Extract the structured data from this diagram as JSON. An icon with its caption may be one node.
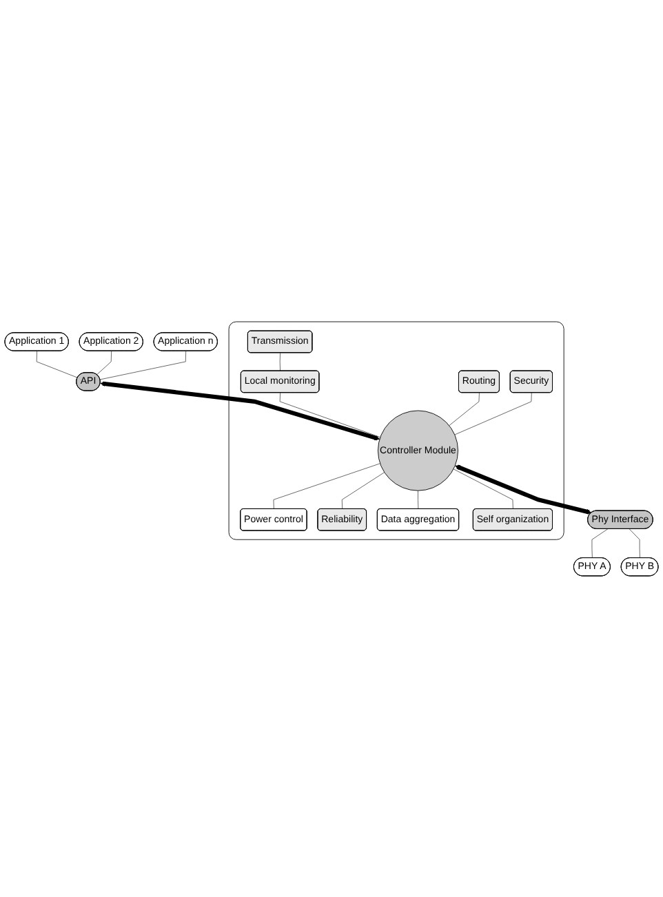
{
  "diagram": {
    "nodes": [
      {
        "text": [
          "Application 1"
        ]
      },
      {
        "text": [
          "Application 2"
        ]
      },
      {
        "text": [
          "Application n"
        ]
      },
      {
        "text": [],
        "shape": "box"
      },
      {
        "text": [
          "API"
        ]
      },
      {
        "text": [
          "Transmission"
        ],
        "in": 3
      },
      {
        "text": [
          "Local monitoring"
        ],
        "in": 3
      },
      {
        "text": [
          "Routing"
        ],
        "in": 3
      },
      {
        "text": [
          "Security"
        ],
        "in": 3
      },
      {
        "text": [
          "Controller Module"
        ],
        "in": 3
      },
      {
        "text": [
          "Power control"
        ],
        "in": 3
      },
      {
        "text": [
          "Reliability"
        ],
        "in": 3
      },
      {
        "text": [
          "Data aggregation"
        ],
        "in": 3
      },
      {
        "text": [
          "Self organization"
        ],
        "in": 3
      },
      {
        "text": [
          "Phy Interface"
        ]
      },
      {
        "text": [
          "PHY A"
        ]
      },
      {
        "text": [
          "PHY B"
        ]
      }
    ],
    "edges": [
      {
        "from": 0,
        "to": 4,
        "arrow": "none"
      },
      {
        "from": 1,
        "to": 4,
        "arrow": "none"
      },
      {
        "from": 2,
        "to": 4,
        "arrow": "none"
      },
      {
        "from": 4,
        "to": 9,
        "arrow": "both",
        "style": "thick"
      },
      {
        "from": 5,
        "to": 6,
        "arrow": "none"
      },
      {
        "from": 6,
        "to": 9,
        "arrow": "none"
      },
      {
        "from": 7,
        "to": 9,
        "arrow": "none"
      },
      {
        "from": 8,
        "to": 9,
        "arrow": "none"
      },
      {
        "from": 9,
        "to": 10,
        "arrow": "none"
      },
      {
        "from": 9,
        "to": 11,
        "arrow": "none"
      },
      {
        "from": 9,
        "to": 12,
        "arrow": "none"
      },
      {
        "from": 9,
        "to": 13,
        "arrow": "none"
      },
      {
        "from": 9,
        "to": 14,
        "arrow": "both",
        "style": "thick"
      },
      {
        "from": 14,
        "to": 15,
        "arrow": "none"
      },
      {
        "from": 14,
        "to": 16,
        "arrow": "none"
      }
    ]
  }
}
